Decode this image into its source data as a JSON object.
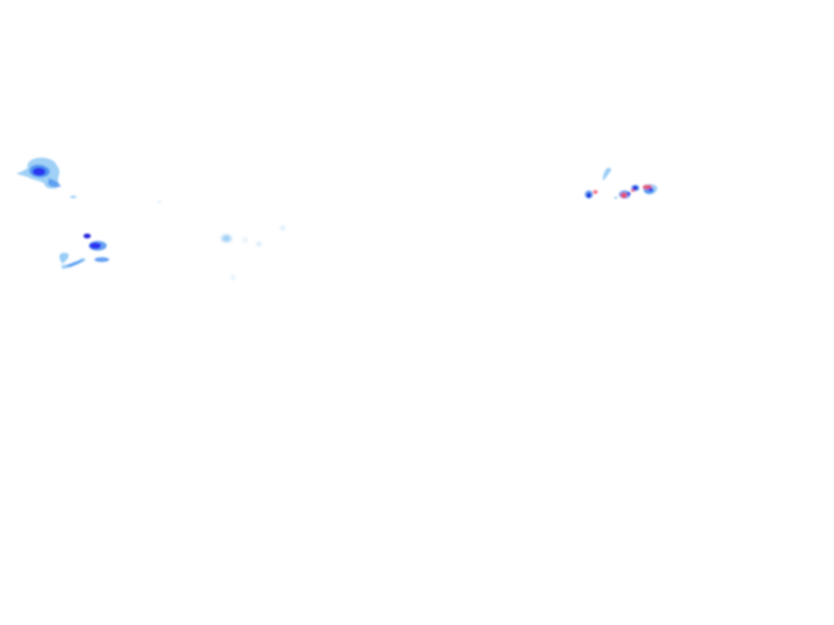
{
  "radar_overlay": {
    "background_color": "#ffffff",
    "intensity_colors": {
      "light": "#8ec8f4",
      "moderate": "#4a8ff0",
      "heavy": "#2a2ff0",
      "very_heavy": "#1414d8",
      "intense": "#f04a6a"
    },
    "echo_clusters": [
      {
        "id": "west-upper-cell",
        "intensity": "heavy"
      },
      {
        "id": "west-lower-cell",
        "intensity": "heavy"
      },
      {
        "id": "central-scattered-echoes",
        "intensity": "light"
      },
      {
        "id": "east-storm-cell",
        "intensity": "intense"
      }
    ]
  }
}
